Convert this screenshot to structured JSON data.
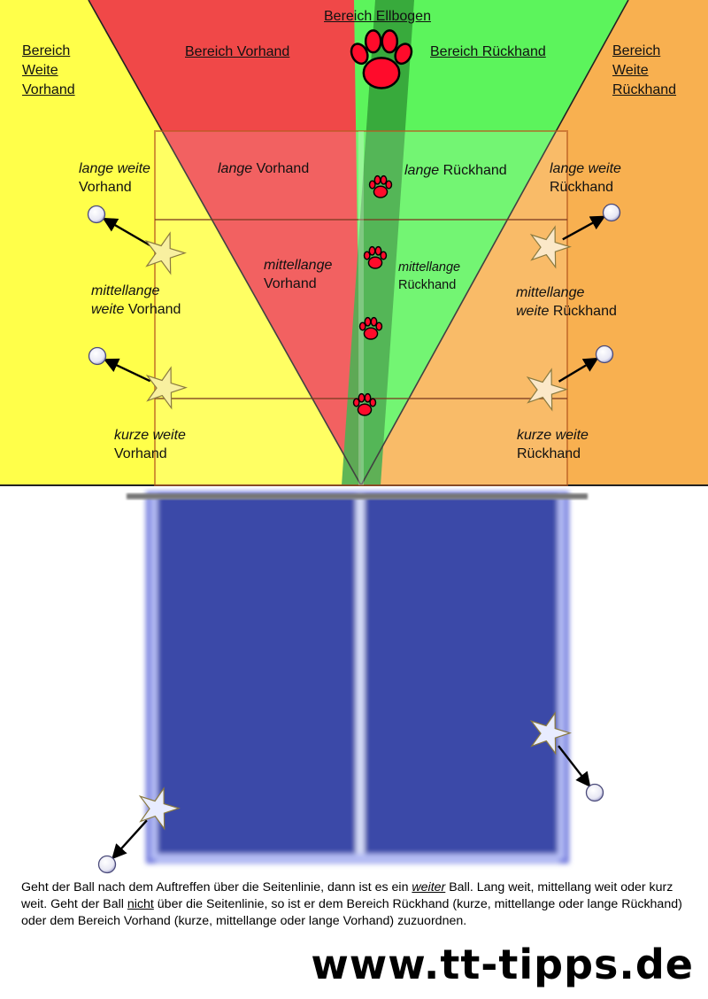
{
  "colors": {
    "yellow": "#ffff4a",
    "red": "#f04848",
    "green": "#5cf45c",
    "dark_green": "#35a33a",
    "orange": "#f8b050",
    "table_blue": "#3a4aa8",
    "paw": "#ff0b2b"
  },
  "zones": {
    "far_forehand": "Bereich Weite Vorhand",
    "forehand": "Bereich Vorhand",
    "elbow": "Bereich Ellbogen",
    "backhand": "Bereich Rückhand",
    "far_backhand": "Bereich Weite Rückhand"
  },
  "labels": {
    "far_fh_1": "Bereich",
    "far_fh_2": "Weite",
    "far_fh_3": "Vorhand",
    "far_bh_1": "Bereich",
    "far_bh_2": "Weite",
    "far_bh_3": "Rückhand",
    "lange_weite_vh_a": "lange weite",
    "lange_weite_vh_b": "Vorhand",
    "mittel_weite_vh_a": "mittellange",
    "mittel_weite_vh_b": "weite",
    "mittel_weite_vh_c": "Vorhand",
    "kurze_weite_vh_a": "kurze weite",
    "kurze_weite_vh_b": "Vorhand",
    "lange_vh_a": "lange",
    "lange_vh_b": "Vorhand",
    "mittel_vh_a": "mittellange",
    "mittel_vh_b": "Vorhand",
    "lange_rh_a": "lange",
    "lange_rh_b": "Rückhand",
    "mittel_rh_a": "mittellange",
    "mittel_rh_b": "Rückhand",
    "lange_weite_rh_a": "lange weite",
    "lange_weite_rh_b": "Rückhand",
    "mittel_weite_rh_a": "mittellange",
    "mittel_weite_rh_b": "weite",
    "mittel_weite_rh_c": "Rückhand",
    "kurze_weite_rh_a": "kurze weite",
    "kurze_weite_rh_b": "Rückhand"
  },
  "description": {
    "p1": "Geht der Ball nach dem Auftreffen über die Seitenlinie, dann ist es ein ",
    "weiter": "weiter",
    "p2": " Ball. Lang weit, mittellang weit oder kurz weit. Geht der Ball ",
    "nicht": "nicht",
    "p3": " über die Seitenlinie, so ist er dem Bereich Rückhand (kurze, mittellange oder lange Rückhand) oder dem Bereich Vorhand (kurze, mittellange oder lange Vorhand) zuzuordnen."
  },
  "website": "www.tt-tipps.de",
  "icons": {
    "paw": "paw-icon",
    "star": "impact-star-icon",
    "ball": "ball-icon",
    "arrow": "arrow-icon"
  }
}
